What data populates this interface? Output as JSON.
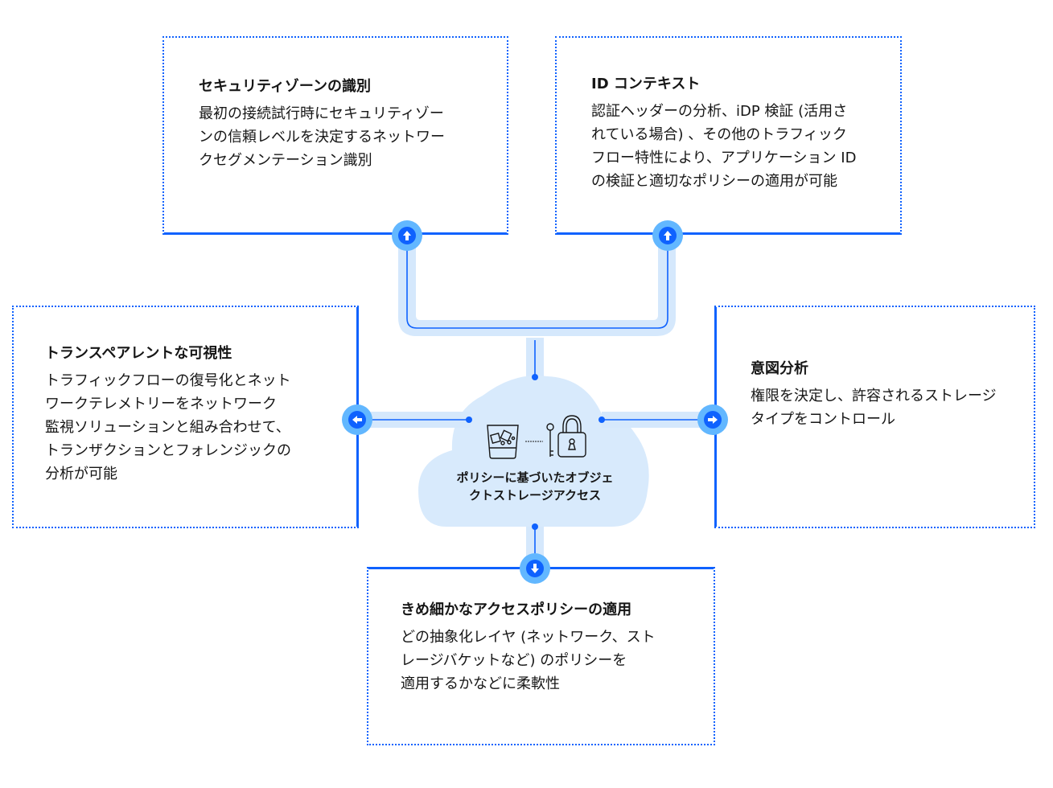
{
  "diagram": {
    "type": "hub-and-spoke",
    "colors": {
      "accent": "#0f62fe",
      "node_circle": "#62b7ff",
      "connector_fill": "#d5e8fc",
      "cloud_fill": "#d8eafc",
      "text": "#161616"
    },
    "center": {
      "label": "ポリシーに基づいたオブジェ\nクトストレージアクセス",
      "icons": [
        "storage-bucket-icon",
        "dotted-link",
        "key-icon",
        "padlock-icon"
      ]
    },
    "boxes": {
      "security_zone": {
        "title": "セキュリティゾーンの識別",
        "description": "最初の接続試行時にセキュリティゾー\nンの信頼レベルを決定するネットワー\nクセグメンテーション識別",
        "connector_icon": "arrow-up-icon"
      },
      "id_context": {
        "title": "ID コンテキスト",
        "description": "認証ヘッダーの分析、iDP 検証 (活用さ\nれている場合) 、その他のトラフィック\nフロー特性により、アプリケーション ID\nの検証と適切なポリシーの適用が可能",
        "connector_icon": "arrow-up-icon"
      },
      "transparent_visibility": {
        "title": "トランスペアレントな可視性",
        "description": "トラフィックフローの復号化とネット\nワークテレメトリーをネットワーク\n監視ソリューションと組み合わせて、\nトランザクションとフォレンジックの\n分析が可能",
        "connector_icon": "arrow-left-icon"
      },
      "intent_analysis": {
        "title": "意図分析",
        "description": "権限を決定し、許容されるストレージ\nタイプをコントロール",
        "connector_icon": "arrow-right-icon"
      },
      "fine_grained_policy": {
        "title": "きめ細かなアクセスポリシーの適用",
        "description": "どの抽象化レイヤ (ネットワーク、スト\nレージバケットなど) のポリシーを\n適用するかなどに柔軟性",
        "connector_icon": "arrow-down-icon"
      }
    }
  }
}
